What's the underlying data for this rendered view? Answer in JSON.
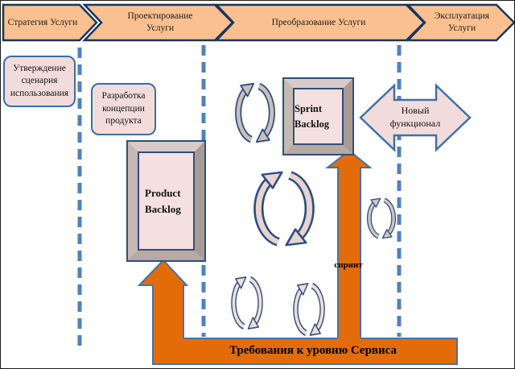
{
  "lifecycle_banners": [
    {
      "label": "Стратегия Услуги"
    },
    {
      "label": "Проектирование Услуги"
    },
    {
      "label": "Преобразование Услуги"
    },
    {
      "label": "Эксплуатация Услуги"
    }
  ],
  "activities": {
    "use_case_approval": "Утверждение сценария использования",
    "product_concept": "Разработка концепции продукта"
  },
  "artifacts": {
    "product_backlog": "Product Backlog",
    "sprint_backlog": "Sprint Backlog"
  },
  "flows": {
    "new_functionality": "Новый функционал",
    "sprint": "спринт",
    "service_level_requirements": "Требования к уровню Сервиса"
  },
  "icons": {
    "cycle": "iteration-cycle-icon",
    "up_arrow": "orange-up-arrow",
    "elbow_arrow": "orange-elbow-arrow",
    "double_arrow": "left-right-arrow"
  },
  "colors": {
    "banner_fill": "#FAC090",
    "panel_pink": "#F2DCDB",
    "accent_orange": "#E36C09",
    "dashed_line_blue": "#4F81BD",
    "outline_navy": "#17365D",
    "bevel_outline": "#2E4E7E"
  }
}
